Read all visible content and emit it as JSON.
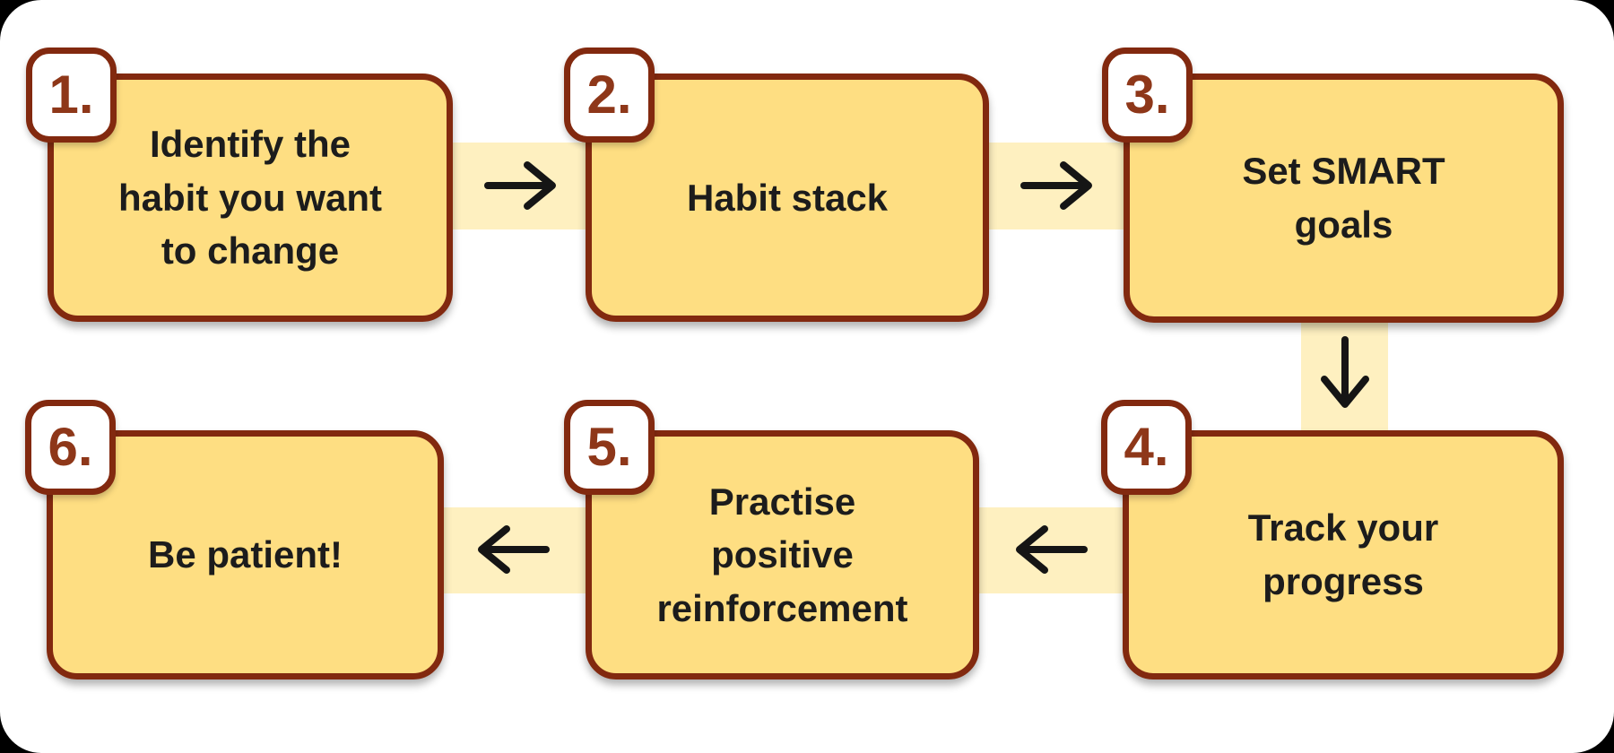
{
  "steps": [
    {
      "number": "1.",
      "label": "Identify the\nhabit you want\nto change"
    },
    {
      "number": "2.",
      "label": "Habit stack"
    },
    {
      "number": "3.",
      "label": "Set SMART\ngoals"
    },
    {
      "number": "4.",
      "label": "Track your\nprogress"
    },
    {
      "number": "5.",
      "label": "Practise\npositive\nreinforcement"
    },
    {
      "number": "6.",
      "label": "Be patient!"
    }
  ],
  "connections": [
    {
      "from": "1",
      "to": "2",
      "direction": "right",
      "icon": "arrow-right-icon"
    },
    {
      "from": "2",
      "to": "3",
      "direction": "right",
      "icon": "arrow-right-icon"
    },
    {
      "from": "3",
      "to": "4",
      "direction": "down",
      "icon": "arrow-down-icon"
    },
    {
      "from": "4",
      "to": "5",
      "direction": "left",
      "icon": "arrow-left-icon"
    },
    {
      "from": "5",
      "to": "6",
      "direction": "left",
      "icon": "arrow-left-icon"
    }
  ],
  "colors": {
    "box-fill": "#FEDE82",
    "box-border": "#82290F",
    "badge-fill": "#FFFFFF",
    "badge-number": "#8E3719",
    "connector-band": "#FEF0C0",
    "arrow": "#151515",
    "text": "#1C1C1C",
    "canvas": "#FFFFFF"
  }
}
